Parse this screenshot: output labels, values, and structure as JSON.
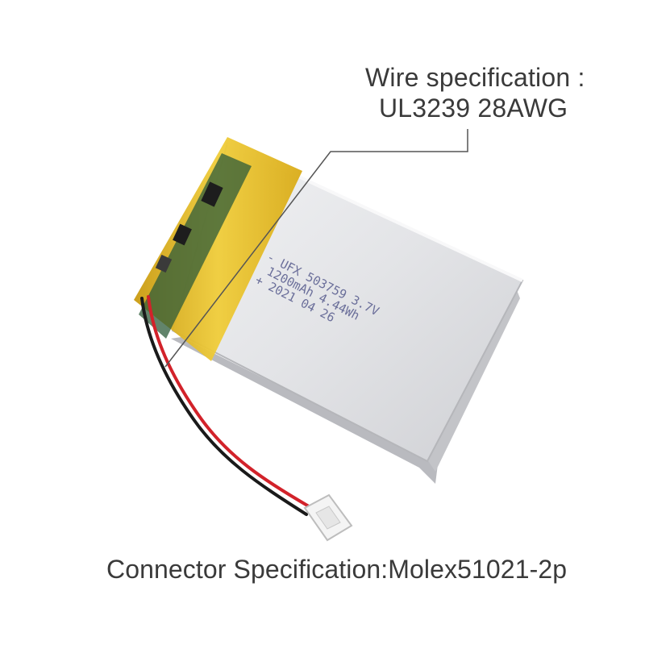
{
  "annotations": {
    "wire_spec_title": "Wire specification :",
    "wire_spec_value": "UL3239 28AWG",
    "connector_spec": "Connector Specification:Molex51021-2p"
  },
  "battery_print": {
    "line1": "- UFX 503759 3.7V",
    "line2": "1200mAh 4.44Wh",
    "line3": "+ 2021 04 26"
  },
  "colors": {
    "text": "#3a3a3a",
    "cell_body": "#dfe0e3",
    "tape": "#e8c02a",
    "wire_red": "#d2222a",
    "wire_black": "#1a1a1a",
    "leader_line": "#555555"
  }
}
